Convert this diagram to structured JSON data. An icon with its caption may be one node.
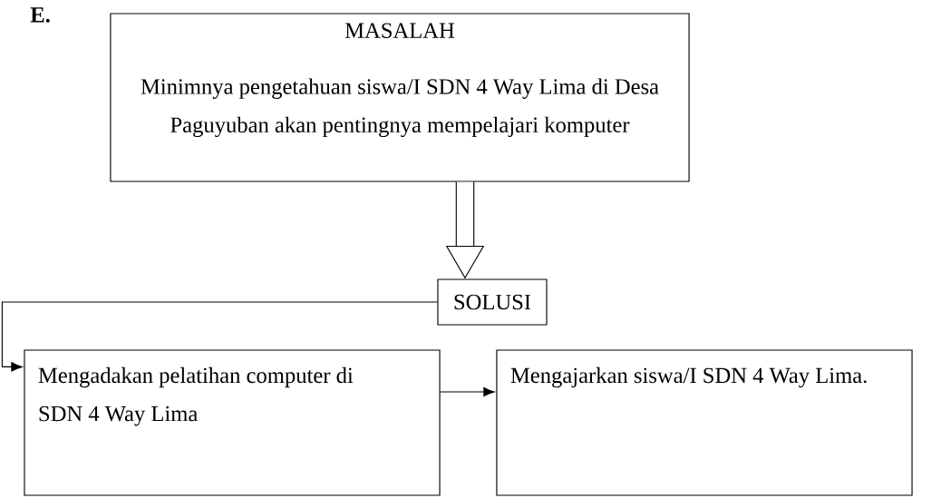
{
  "diagram": {
    "nodes": [
      {
        "text": [
          "MASALAH",
          "Minimnya pengetahuan siswa/I SDN 4 Way Lima di Desa Paguyuban akan pentingnya mempelajari komputer"
        ]
      },
      {
        "text": [
          "SOLUSI"
        ]
      },
      {
        "text": [
          "Mengadakan pelatihan computer di SDN 4 Way Lima"
        ]
      },
      {
        "text": [
          "Mengajarkan siswa/I SDN 4 Way Lima."
        ]
      }
    ],
    "edges": [
      {
        "from": 0,
        "to": 1,
        "arrow": "to",
        "style": "thick"
      },
      {
        "from": 1,
        "to": 2,
        "arrow": "to"
      },
      {
        "from": 2,
        "to": 3,
        "arrow": "to"
      }
    ],
    "labels": [
      "E."
    ]
  }
}
